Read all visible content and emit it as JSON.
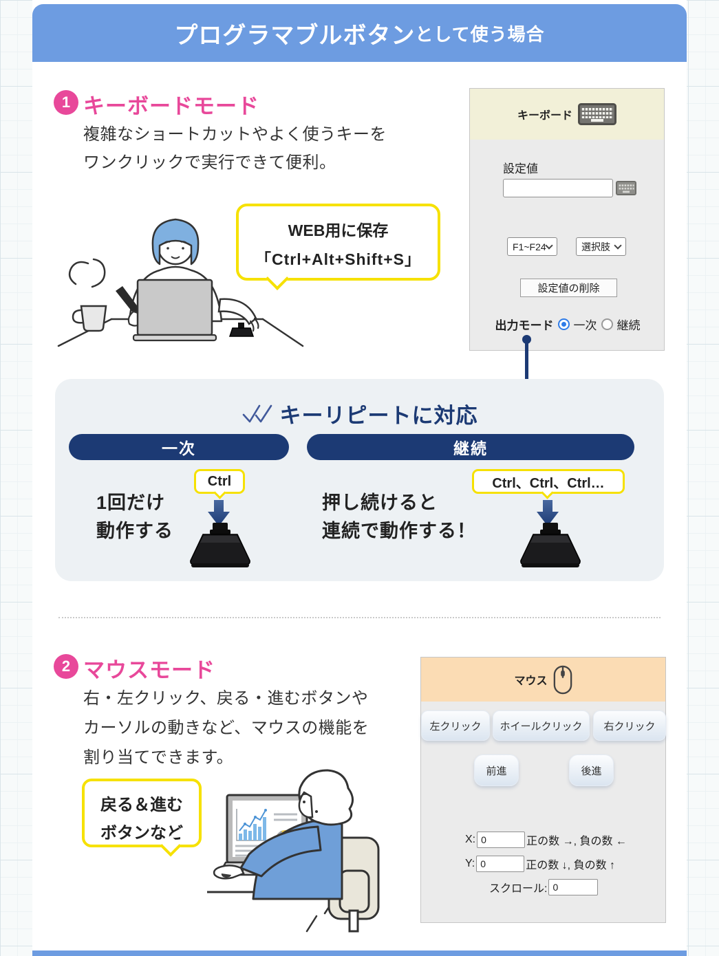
{
  "header": {
    "title_main": "プログラマブルボタン",
    "title_sub": "として使う場合"
  },
  "sections": {
    "keyboard": {
      "badge": "1",
      "heading": "キーボードモード",
      "body1": "複雑なショートカットやよく使うキーを",
      "body2": "ワンクリックで実行できて便利。"
    },
    "mouse": {
      "badge": "2",
      "heading": "マウスモード",
      "body1": "右・左クリック、戻る・進むボタンや",
      "body2": "カーソルの動きなど、マウスの機能を",
      "body3": "割り当てできます。"
    }
  },
  "bubbles": {
    "save": {
      "line1": "WEB用に保存",
      "line2": "「Ctrl+Alt+Shift+S」"
    },
    "back_forward": {
      "line1": "戻る＆進む",
      "line2": "ボタンなど"
    }
  },
  "keyboard_panel": {
    "title": "キーボード",
    "field_label": "設定値",
    "field_value": "",
    "dropdown1": "F1~F24",
    "dropdown2": "選択肢",
    "delete_button": "設定値の削除",
    "output_mode_label": "出力モード",
    "radio_primary": "一次",
    "radio_continuous": "継続"
  },
  "key_repeat": {
    "title": "キーリピートに対応",
    "primary_bar": "一次",
    "continuous_bar": "継続",
    "primary_bubble": "Ctrl",
    "continuous_bubble": "Ctrl、Ctrl、Ctrl…",
    "primary_text1": "1回だけ",
    "primary_text2": "動作する",
    "continuous_text1": "押し続けると",
    "continuous_text2": "連続で動作する！"
  },
  "mouse_panel": {
    "title": "マウス",
    "buttons": [
      "左クリック",
      "ホイールクリック",
      "右クリック",
      "前進",
      "後進"
    ],
    "x_label": "X:",
    "x_value": "0",
    "x_hint": "正の数 →, 負の数 ←",
    "y_label": "Y:",
    "y_value": "0",
    "y_hint": "正の数 ↓, 負の数 ↑",
    "scroll_label": "スクロール:",
    "scroll_value": "0"
  },
  "colors": {
    "banner-blue": "#6d9ce1",
    "pink": "#e8489a",
    "navy": "#1c3a74",
    "yellow": "#f6e100",
    "kb-header": "#f2f0d8",
    "mouse-header": "#fbdcb4",
    "panel-body": "#ebebeb",
    "repeat-bg": "#edf1f4",
    "radio-blue": "#2f7ce8"
  }
}
